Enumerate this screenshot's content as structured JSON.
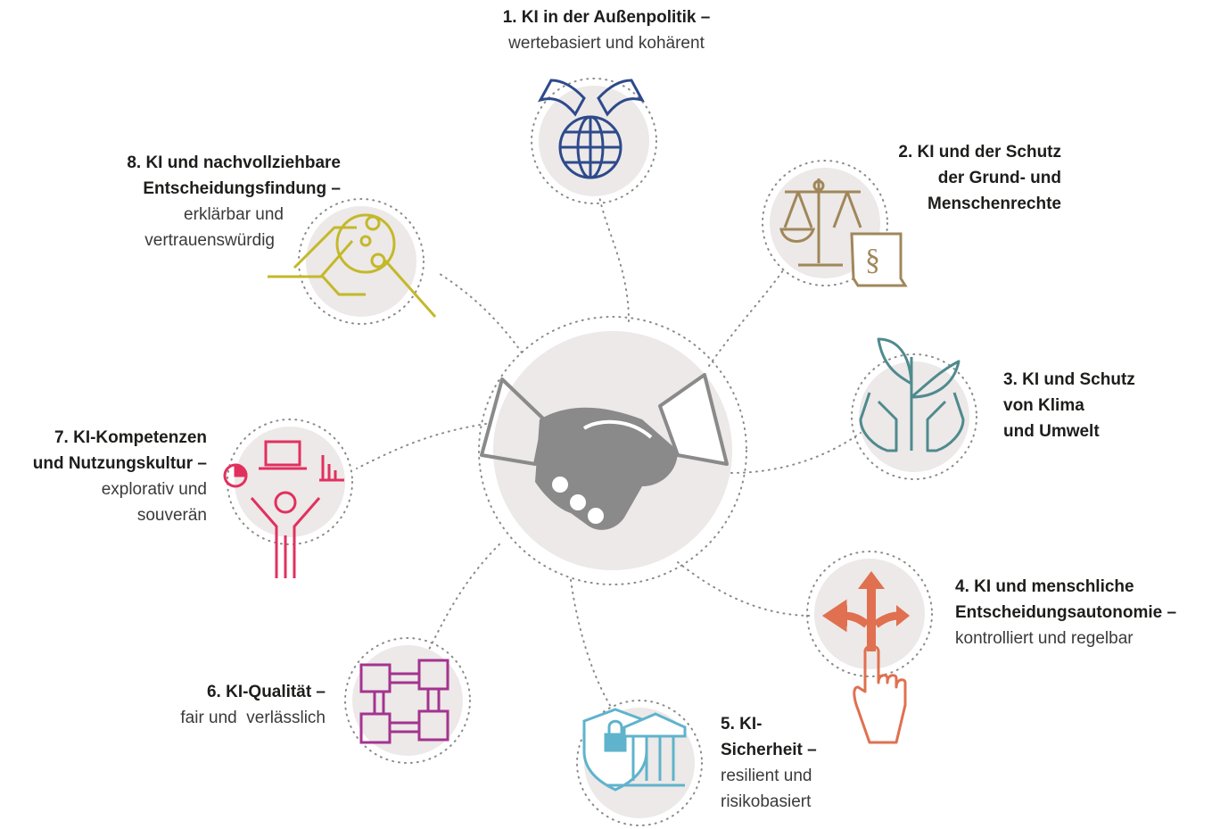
{
  "hub": {
    "icon": "handshake-icon",
    "color": "#8a8a8a"
  },
  "nodes": [
    {
      "id": "n1",
      "title_lines": [
        "1. KI in der Außenpolitik –"
      ],
      "subtitle_lines": [
        "wertebasiert und kohärent"
      ],
      "icon": "globe-flags-icon",
      "color": "#2e4a8b"
    },
    {
      "id": "n2",
      "title_lines": [
        "2. KI und der Schutz",
        "der Grund- und",
        "Menschenrechte"
      ],
      "subtitle_lines": [],
      "icon": "scales-paragraph-icon",
      "color": "#a0875a"
    },
    {
      "id": "n3",
      "title_lines": [
        "3. KI und Schutz",
        "von Klima",
        "und Umwelt"
      ],
      "subtitle_lines": [],
      "icon": "hands-plant-icon",
      "color": "#4f8a8e"
    },
    {
      "id": "n4",
      "title_lines": [
        "4. KI und menschliche",
        "Entscheidungsautonomie –"
      ],
      "subtitle_lines": [
        "kontrolliert und regelbar"
      ],
      "icon": "hand-arrows-icon",
      "color": "#e0704f"
    },
    {
      "id": "n5",
      "title_lines": [
        "5. KI-",
        "Sicherheit –"
      ],
      "subtitle_lines": [
        "resilient und",
        "risikobasiert"
      ],
      "icon": "shield-lock-building-icon",
      "color": "#5fb3cc"
    },
    {
      "id": "n6",
      "title_lines": [
        "6. KI-Qualität –"
      ],
      "subtitle_lines": [
        "fair und  verlässlich"
      ],
      "icon": "linked-hands-icon",
      "color": "#a4338f"
    },
    {
      "id": "n7",
      "title_lines": [
        "7. KI-Kompetenzen",
        "und Nutzungskultur –"
      ],
      "subtitle_lines": [
        "explorativ und",
        "souverän"
      ],
      "icon": "person-laptop-chart-icon",
      "color": "#e2305e"
    },
    {
      "id": "n8",
      "title_lines": [
        "8. KI und nachvollziehbare",
        "Entscheidungsfindung –"
      ],
      "subtitle_lines": [
        "erklärbar und",
        "vertrauenswürdig"
      ],
      "icon": "circuit-icon",
      "color": "#c4b82a"
    }
  ]
}
